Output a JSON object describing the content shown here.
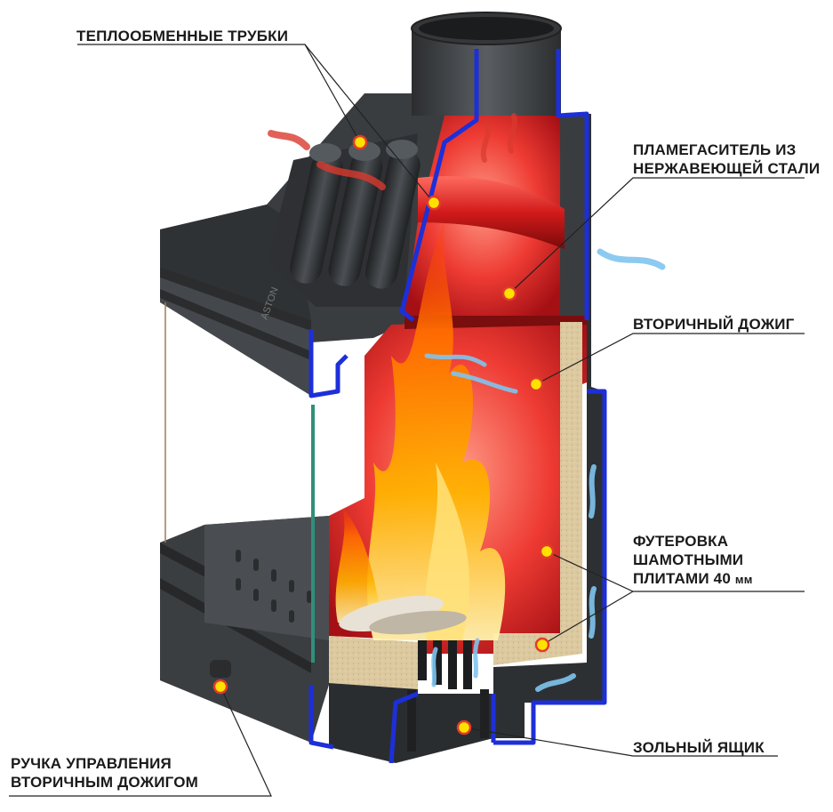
{
  "brand": "ASTON",
  "callouts": {
    "heat_tubes": "ТЕПЛООБМЕННЫЕ ТРУБКИ",
    "damper_line1": "ПЛАМЕГАСИТЕЛЬ ИЗ",
    "damper_line2": "НЕРЖАВЕЮЩЕЙ СТАЛИ",
    "afterburn": "ВТОРИЧНЫЙ ДОЖИГ",
    "lining_line1": "ФУТЕРОВКА",
    "lining_line2": "ШАМОТНЫМИ",
    "lining_line3_main": "ПЛИТАМИ 40",
    "lining_line3_unit": "мм",
    "ash_box": "ЗОЛЬНЫЙ ЯЩИК",
    "handle_line1": "РУЧКА УПРАВЛЕНИЯ",
    "handle_line2": "ВТОРИЧНЫМ ДОЖИГОМ"
  },
  "colors": {
    "steel": "#3a3d40",
    "steel_dark": "#26282a",
    "steel_light": "#5b5f63",
    "section_edge": "#1d2fd8",
    "hot_chamber": "#e8232b",
    "chamotte": "#dcc9a0",
    "flame": "#ff8a00",
    "air_cold": "#7fc4ee",
    "air_hot": "#d93a2e",
    "marker_fill": "#ffe100",
    "marker_ring": "#e23b2b"
  }
}
